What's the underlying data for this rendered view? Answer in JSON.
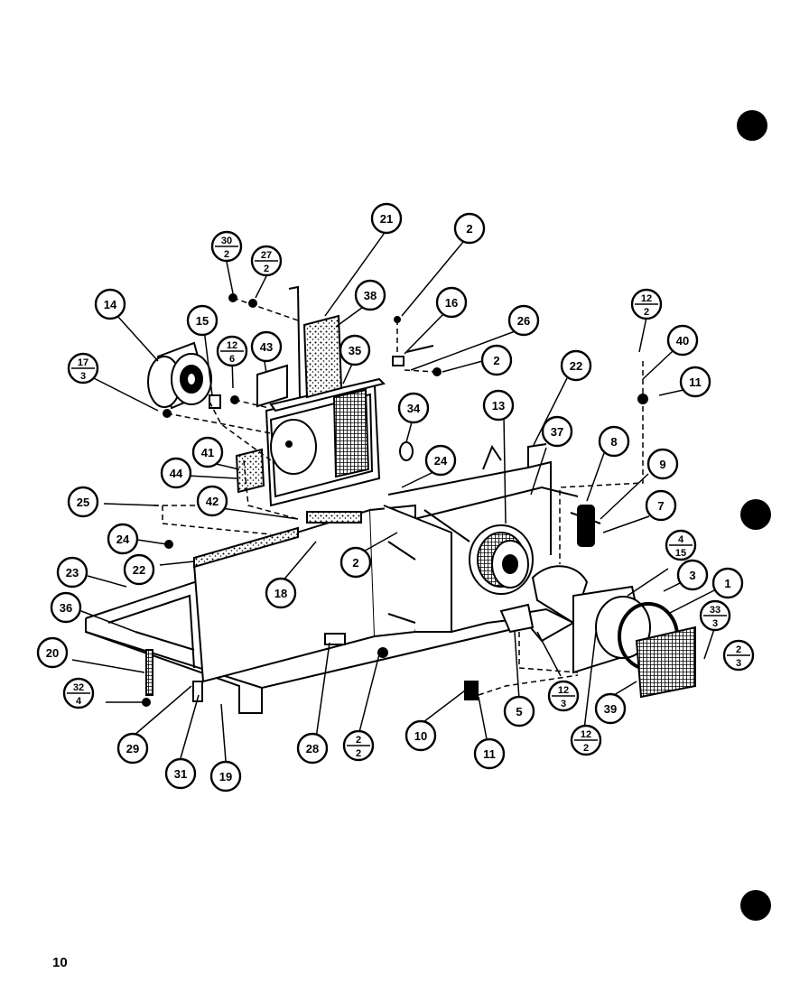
{
  "page_number": "10",
  "callouts": [
    {
      "id": "c-30-2",
      "top": "30",
      "bottom": "2"
    },
    {
      "id": "c-27-2",
      "top": "27",
      "bottom": "2"
    },
    {
      "id": "c-21",
      "label": "21"
    },
    {
      "id": "c-2a",
      "label": "2"
    },
    {
      "id": "c-38",
      "label": "38"
    },
    {
      "id": "c-16",
      "label": "16"
    },
    {
      "id": "c-26",
      "label": "26"
    },
    {
      "id": "c-14",
      "label": "14"
    },
    {
      "id": "c-15",
      "label": "15"
    },
    {
      "id": "c-12-6",
      "top": "12",
      "bottom": "6"
    },
    {
      "id": "c-43",
      "label": "43"
    },
    {
      "id": "c-35",
      "label": "35"
    },
    {
      "id": "c-2b",
      "label": "2"
    },
    {
      "id": "c-17-3",
      "top": "17",
      "bottom": "3"
    },
    {
      "id": "c-12-2a",
      "top": "12",
      "bottom": "2"
    },
    {
      "id": "c-40",
      "label": "40"
    },
    {
      "id": "c-11a",
      "label": "11"
    },
    {
      "id": "c-22a",
      "label": "22"
    },
    {
      "id": "c-13",
      "label": "13"
    },
    {
      "id": "c-34",
      "label": "34"
    },
    {
      "id": "c-37",
      "label": "37"
    },
    {
      "id": "c-8",
      "label": "8"
    },
    {
      "id": "c-9",
      "label": "9"
    },
    {
      "id": "c-41",
      "label": "41"
    },
    {
      "id": "c-24a",
      "label": "24"
    },
    {
      "id": "c-44",
      "label": "44"
    },
    {
      "id": "c-7",
      "label": "7"
    },
    {
      "id": "c-25",
      "label": "25"
    },
    {
      "id": "c-42",
      "label": "42"
    },
    {
      "id": "c-4-15",
      "top": "4",
      "bottom": "15"
    },
    {
      "id": "c-24b",
      "label": "24"
    },
    {
      "id": "c-22b",
      "label": "22"
    },
    {
      "id": "c-2c",
      "label": "2"
    },
    {
      "id": "c-3",
      "label": "3"
    },
    {
      "id": "c-1",
      "label": "1"
    },
    {
      "id": "c-23",
      "label": "23"
    },
    {
      "id": "c-18",
      "label": "18"
    },
    {
      "id": "c-33-3",
      "top": "33",
      "bottom": "3"
    },
    {
      "id": "c-36",
      "label": "36"
    },
    {
      "id": "c-2-3",
      "top": "2",
      "bottom": "3"
    },
    {
      "id": "c-20",
      "label": "20"
    },
    {
      "id": "c-12-3",
      "top": "12",
      "bottom": "3"
    },
    {
      "id": "c-5",
      "label": "5"
    },
    {
      "id": "c-39",
      "label": "39"
    },
    {
      "id": "c-32-4",
      "top": "32",
      "bottom": "4"
    },
    {
      "id": "c-10",
      "label": "10"
    },
    {
      "id": "c-12-2b",
      "top": "12",
      "bottom": "2"
    },
    {
      "id": "c-29",
      "label": "29"
    },
    {
      "id": "c-28",
      "label": "28"
    },
    {
      "id": "c-2-2",
      "top": "2",
      "bottom": "2"
    },
    {
      "id": "c-11b",
      "label": "11"
    },
    {
      "id": "c-31",
      "label": "31"
    },
    {
      "id": "c-19",
      "label": "19"
    }
  ]
}
